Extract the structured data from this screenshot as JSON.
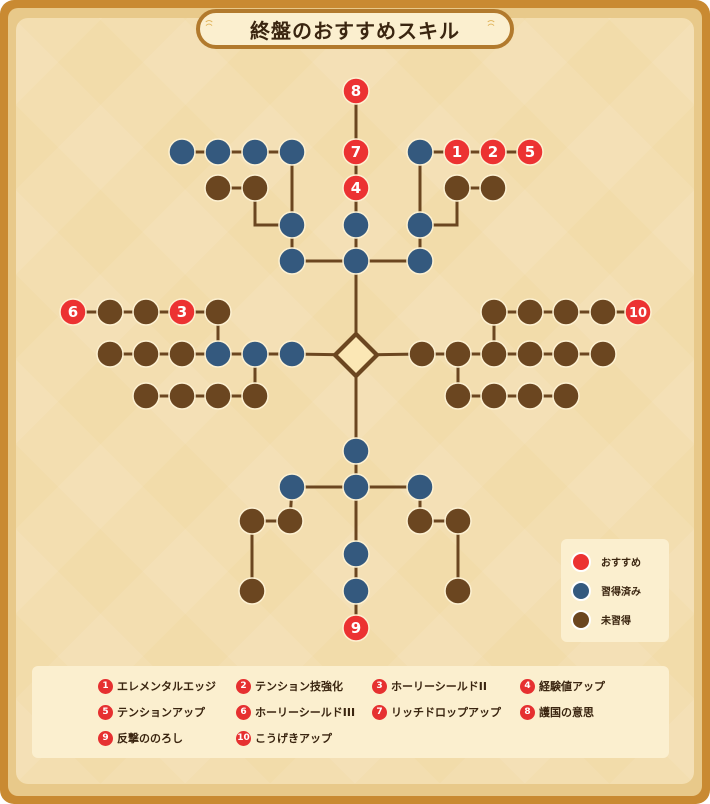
{
  "title": "終盤のおすすめスキル",
  "colors": {
    "recommended": "#ec3232",
    "learned": "#34597e",
    "unlearned": "#6b4620",
    "line": "#6b4620",
    "center": "#fbe7b5"
  },
  "legend": [
    {
      "key": "recommended",
      "label": "おすすめ"
    },
    {
      "key": "learned",
      "label": "習得済み"
    },
    {
      "key": "unlearned",
      "label": "未習得"
    }
  ],
  "skills": [
    {
      "number": "1",
      "name": "エレメンタルエッジ"
    },
    {
      "number": "2",
      "name": "テンション技強化"
    },
    {
      "number": "3",
      "name": "ホーリーシールドII"
    },
    {
      "number": "4",
      "name": "経験値アップ"
    },
    {
      "number": "5",
      "name": "テンションアップ"
    },
    {
      "number": "6",
      "name": "ホーリーシールドIII"
    },
    {
      "number": "7",
      "name": "リッチドロップアップ"
    },
    {
      "number": "8",
      "name": "護国の意思"
    },
    {
      "number": "9",
      "name": "反撃ののろし"
    },
    {
      "number": "10",
      "name": "こうげきアップ"
    }
  ],
  "tree_nodes": [
    {
      "id": "n8",
      "state": "recommended",
      "label": "8"
    },
    {
      "id": "n7",
      "state": "recommended",
      "label": "7"
    },
    {
      "id": "n4",
      "state": "recommended",
      "label": "4"
    },
    {
      "id": "n1",
      "state": "recommended",
      "label": "1"
    },
    {
      "id": "n2",
      "state": "recommended",
      "label": "2"
    },
    {
      "id": "n5",
      "state": "recommended",
      "label": "5"
    },
    {
      "id": "n6",
      "state": "recommended",
      "label": "6"
    },
    {
      "id": "n3",
      "state": "recommended",
      "label": "3"
    },
    {
      "id": "n10",
      "state": "recommended",
      "label": "10"
    },
    {
      "id": "n9",
      "state": "recommended",
      "label": "9"
    },
    {
      "id": "t1",
      "state": "learned"
    },
    {
      "id": "t2",
      "state": "learned"
    },
    {
      "id": "t3",
      "state": "learned"
    },
    {
      "id": "t4",
      "state": "learned"
    },
    {
      "id": "t5",
      "state": "unlearned"
    },
    {
      "id": "t6",
      "state": "unlearned"
    },
    {
      "id": "t7",
      "state": "learned"
    },
    {
      "id": "t8",
      "state": "learned"
    },
    {
      "id": "t9",
      "state": "learned"
    },
    {
      "id": "t10",
      "state": "learned"
    },
    {
      "id": "t11",
      "state": "learned"
    },
    {
      "id": "t12",
      "state": "learned"
    },
    {
      "id": "t13",
      "state": "learned"
    },
    {
      "id": "t14",
      "state": "unlearned"
    },
    {
      "id": "t15",
      "state": "unlearned"
    },
    {
      "id": "l1",
      "state": "unlearned"
    },
    {
      "id": "l2",
      "state": "unlearned"
    },
    {
      "id": "l3",
      "state": "unlearned"
    },
    {
      "id": "l4",
      "state": "unlearned"
    },
    {
      "id": "l5",
      "state": "unlearned"
    },
    {
      "id": "l6",
      "state": "unlearned"
    },
    {
      "id": "l7",
      "state": "learned"
    },
    {
      "id": "l8",
      "state": "learned"
    },
    {
      "id": "l9",
      "state": "learned"
    },
    {
      "id": "l10",
      "state": "unlearned"
    },
    {
      "id": "l11",
      "state": "unlearned"
    },
    {
      "id": "l12",
      "state": "unlearned"
    },
    {
      "id": "l13",
      "state": "unlearned"
    },
    {
      "id": "r1",
      "state": "unlearned"
    },
    {
      "id": "r2",
      "state": "unlearned"
    },
    {
      "id": "r3",
      "state": "unlearned"
    },
    {
      "id": "r4",
      "state": "unlearned"
    },
    {
      "id": "r5",
      "state": "unlearned"
    },
    {
      "id": "r6",
      "state": "unlearned"
    },
    {
      "id": "r7",
      "state": "unlearned"
    },
    {
      "id": "r8",
      "state": "unlearned"
    },
    {
      "id": "r9",
      "state": "unlearned"
    },
    {
      "id": "r10",
      "state": "unlearned"
    },
    {
      "id": "r11",
      "state": "unlearned"
    },
    {
      "id": "r12",
      "state": "unlearned"
    },
    {
      "id": "r13",
      "state": "unlearned"
    },
    {
      "id": "r14",
      "state": "unlearned"
    },
    {
      "id": "b1",
      "state": "learned"
    },
    {
      "id": "b2",
      "state": "learned"
    },
    {
      "id": "b3",
      "state": "learned"
    },
    {
      "id": "b4",
      "state": "learned"
    },
    {
      "id": "b5",
      "state": "unlearned"
    },
    {
      "id": "b6",
      "state": "unlearned"
    },
    {
      "id": "b7",
      "state": "unlearned"
    },
    {
      "id": "b8",
      "state": "unlearned"
    },
    {
      "id": "b9",
      "state": "learned"
    },
    {
      "id": "b10",
      "state": "learned"
    },
    {
      "id": "b11",
      "state": "unlearned"
    },
    {
      "id": "b12",
      "state": "unlearned"
    }
  ]
}
